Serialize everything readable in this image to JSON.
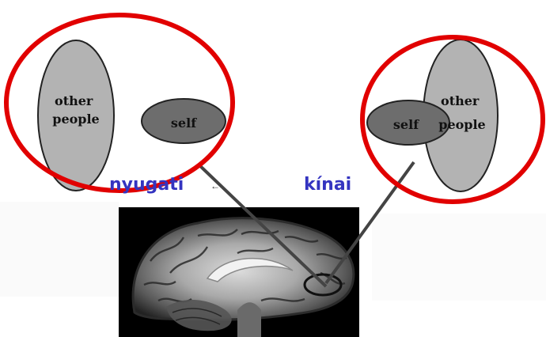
{
  "left_panel": {
    "big_ellipse_label": "other\npeople",
    "small_ellipse_label": "self",
    "caption": "nyugati",
    "caption_suffix": "←"
  },
  "right_panel": {
    "big_ellipse_label": "other\npeople",
    "small_ellipse_label": "self",
    "caption": "kínai"
  },
  "colors": {
    "highlight_ring": "#e10000",
    "other_fill": "#b3b3b3",
    "self_fill": "#6d6d6d",
    "caption_blue": "#3434c0",
    "connector": "#444444",
    "brain_region": "#111111"
  }
}
